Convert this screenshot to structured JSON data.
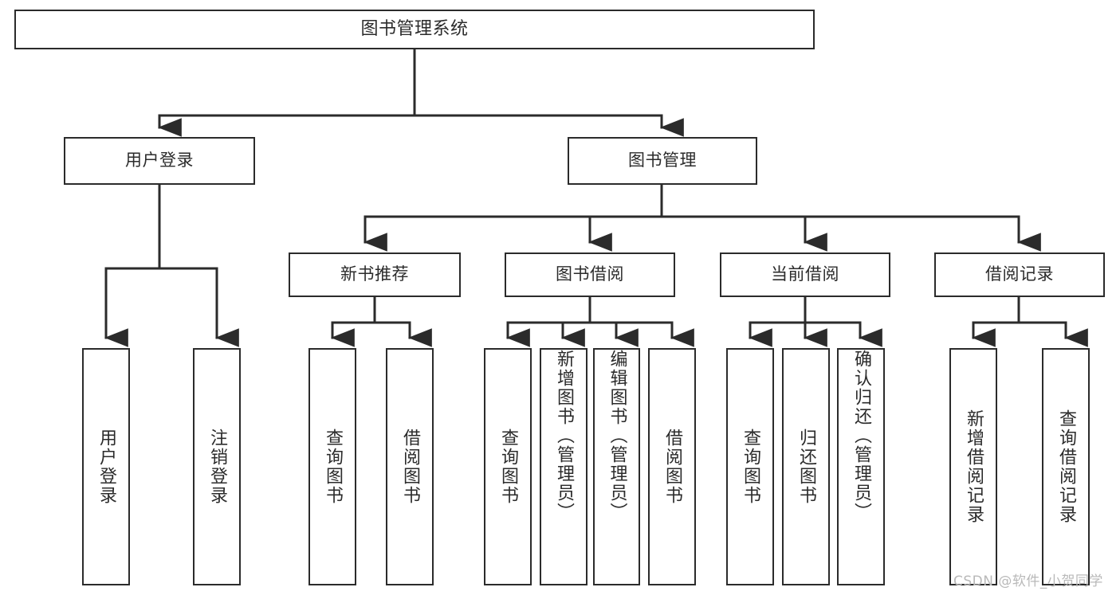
{
  "diagram": {
    "title": "图书管理系统",
    "type": "tree-hierarchy-chart",
    "stroke_color": "#2b2b2b",
    "fill_color": "#ffffff",
    "background": "#ffffff",
    "nodes": {
      "root": {
        "label": "图书管理系统"
      },
      "level1": [
        {
          "id": "user-login",
          "label": "用户登录"
        },
        {
          "id": "book-manage",
          "label": "图书管理"
        }
      ],
      "level2": [
        {
          "id": "new-book-rec",
          "label": "新书推荐"
        },
        {
          "id": "book-borrow",
          "label": "图书借阅"
        },
        {
          "id": "current-borrow",
          "label": "当前借阅"
        },
        {
          "id": "borrow-record",
          "label": "借阅记录"
        }
      ],
      "leaves": {
        "user_login": [
          {
            "id": "leaf-user-login",
            "label": "用户登录"
          },
          {
            "id": "leaf-logout",
            "label": "注销登录"
          }
        ],
        "new_book_rec": [
          {
            "id": "leaf-query-book-1",
            "label": "查询图书"
          },
          {
            "id": "leaf-borrow-book-1",
            "label": "借阅图书"
          }
        ],
        "book_borrow": [
          {
            "id": "leaf-query-book-2",
            "label": "查询图书"
          },
          {
            "id": "leaf-add-book",
            "label": "新增图书（管理员）"
          },
          {
            "id": "leaf-edit-book",
            "label": "编辑图书（管理员）"
          },
          {
            "id": "leaf-borrow-book-2",
            "label": "借阅图书"
          }
        ],
        "current_borrow": [
          {
            "id": "leaf-query-book-3",
            "label": "查询图书"
          },
          {
            "id": "leaf-return-book",
            "label": "归还图书"
          },
          {
            "id": "leaf-confirm-return",
            "label": "确认归还（管理员）"
          }
        ],
        "borrow_record": [
          {
            "id": "leaf-add-record",
            "label": "新增借阅记录"
          },
          {
            "id": "leaf-query-record",
            "label": "查询借阅记录"
          }
        ]
      }
    }
  },
  "watermark": {
    "text": "CSDN @软件_小贺同学"
  }
}
